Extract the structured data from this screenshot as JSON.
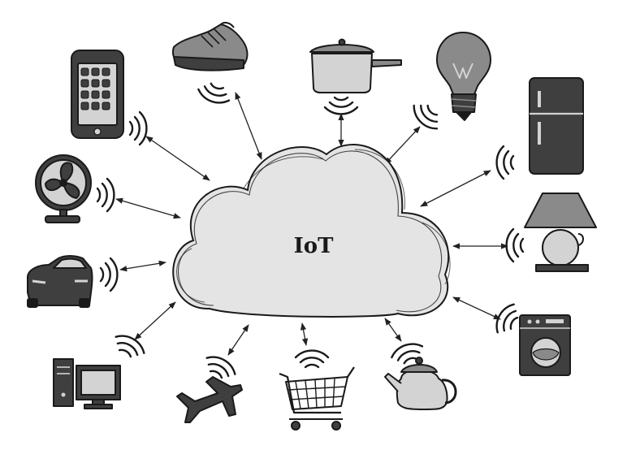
{
  "center": {
    "label": "IoT"
  },
  "devices": [
    {
      "id": "smartphone",
      "icon": "smartphone-icon"
    },
    {
      "id": "sneaker",
      "icon": "sneaker-icon"
    },
    {
      "id": "cooking-pot",
      "icon": "cooking-pot-icon"
    },
    {
      "id": "light-bulb",
      "icon": "light-bulb-icon"
    },
    {
      "id": "refrigerator",
      "icon": "refrigerator-icon"
    },
    {
      "id": "fan",
      "icon": "electric-fan-icon"
    },
    {
      "id": "table-lamp",
      "icon": "table-lamp-icon"
    },
    {
      "id": "car",
      "icon": "car-icon"
    },
    {
      "id": "washing-machine",
      "icon": "washing-machine-icon"
    },
    {
      "id": "desktop-computer",
      "icon": "desktop-computer-icon"
    },
    {
      "id": "airplane",
      "icon": "airplane-icon"
    },
    {
      "id": "shopping-cart",
      "icon": "shopping-cart-icon"
    },
    {
      "id": "teapot",
      "icon": "teapot-icon"
    }
  ],
  "colors": {
    "cloud_fill": "#e4e4e4",
    "outline": "#1a1a1a",
    "device_dark": "#3f3f3f",
    "device_mid": "#8a8a8a",
    "device_light": "#d3d3d3"
  }
}
